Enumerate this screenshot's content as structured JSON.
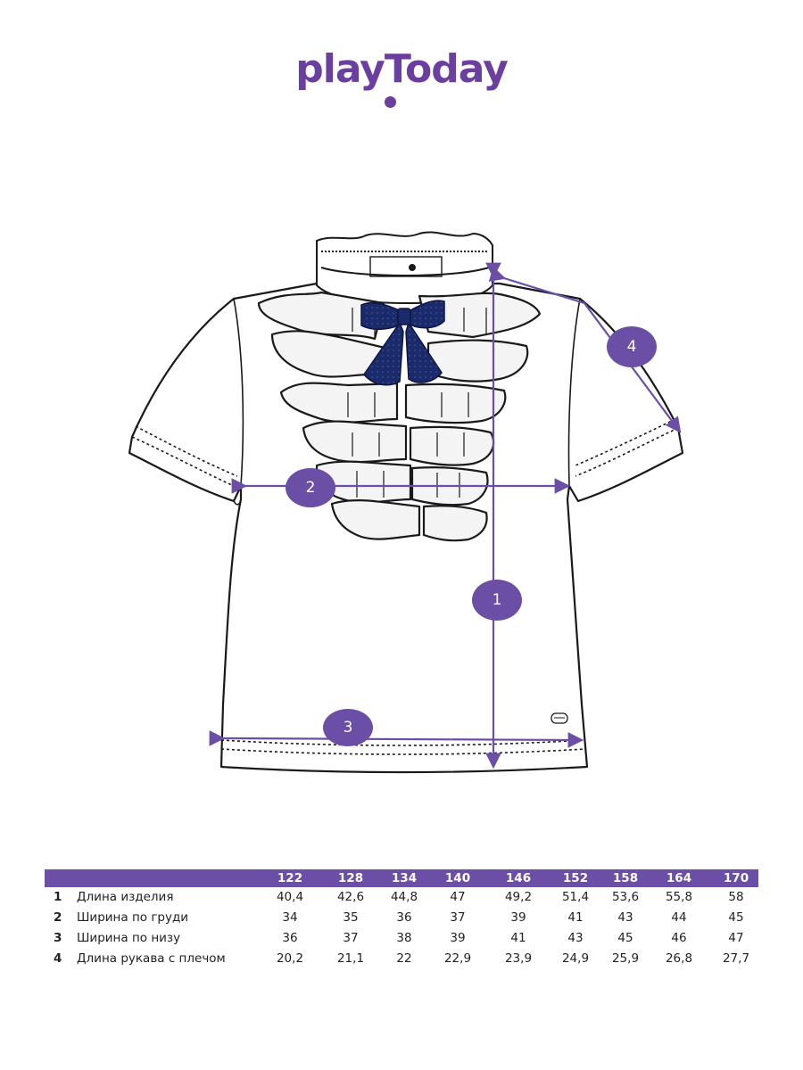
{
  "brand": {
    "logo_text": "playToday"
  },
  "badges": {
    "m1": "1",
    "m2": "2",
    "m3": "3",
    "m4": "4"
  },
  "colors": {
    "accent": "#6b4ea6",
    "logo": "#6b3fa0",
    "bow": "#1b2a6b"
  },
  "size_table": {
    "sizes": [
      "122",
      "128",
      "134",
      "140",
      "146",
      "152",
      "158",
      "164",
      "170"
    ],
    "rows": [
      {
        "num": "1",
        "label": "Длина изделия",
        "values": [
          "40,4",
          "42,6",
          "44,8",
          "47",
          "49,2",
          "51,4",
          "53,6",
          "55,8",
          "58"
        ]
      },
      {
        "num": "2",
        "label": "Ширина по груди",
        "values": [
          "34",
          "35",
          "36",
          "37",
          "39",
          "41",
          "43",
          "44",
          "45"
        ]
      },
      {
        "num": "3",
        "label": "Ширина по низу",
        "values": [
          "36",
          "37",
          "38",
          "39",
          "41",
          "43",
          "45",
          "46",
          "47"
        ]
      },
      {
        "num": "4",
        "label": "Длина рукава с плечом",
        "values": [
          "20,2",
          "21,1",
          "22",
          "22,9",
          "23,9",
          "24,9",
          "25,9",
          "26,8",
          "27,7"
        ]
      }
    ]
  }
}
